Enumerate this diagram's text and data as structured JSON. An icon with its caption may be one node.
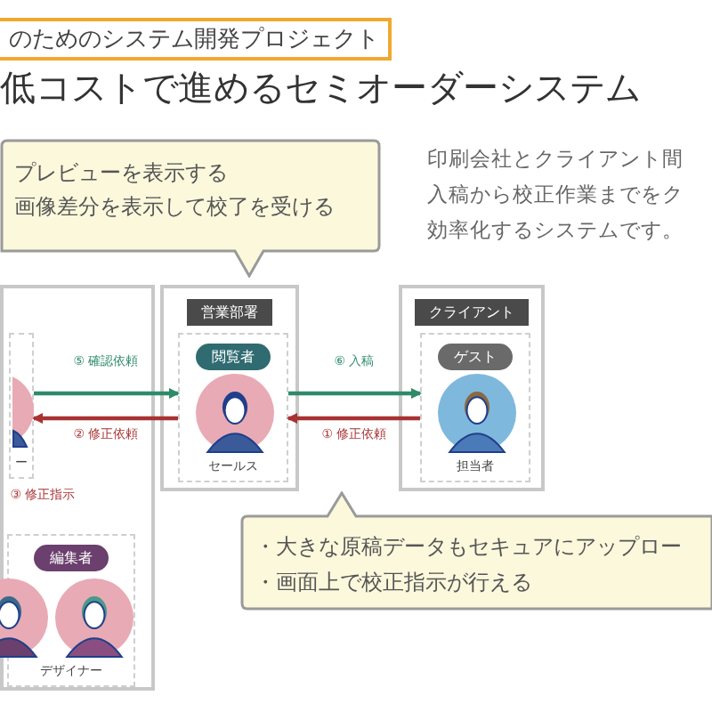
{
  "diagram": {
    "title": "低コストで進めるセミオーダーシステム",
    "nodes": [
      {
        "text": [],
        "shape": "box"
      },
      {
        "text": [
          "ー"
        ],
        "in": 0
      },
      {
        "text": [
          "編集者",
          "デザイナー"
        ],
        "in": 0
      },
      {
        "text": [
          "営業部署"
        ]
      },
      {
        "text": [
          "閲覧者",
          "セールス"
        ],
        "in": 3
      },
      {
        "text": [
          "クライアント"
        ]
      },
      {
        "text": [
          "ゲスト",
          "担当者"
        ],
        "in": 5
      },
      {
        "text": [
          "プレビューを表示する",
          "画像差分を表示して校了を受ける"
        ]
      },
      {
        "text": [
          "・大きな原稿データもセキュアにアップロー",
          "・画面上で校正指示が行える"
        ]
      }
    ],
    "edges": [
      {
        "from": 1,
        "to": 4,
        "arrow": "to",
        "label": "⑤ 確認依頼",
        "color": "#2e8b6a"
      },
      {
        "from": 4,
        "to": 1,
        "arrow": "to",
        "label": "② 修正依頼",
        "color": "#a83232"
      },
      {
        "from": 4,
        "to": 6,
        "arrow": "to",
        "label": "⑥ 入稿",
        "color": "#2e8b6a"
      },
      {
        "from": 6,
        "to": 4,
        "arrow": "to",
        "label": "① 修正依頼",
        "color": "#a83232"
      }
    ],
    "labels": [
      "のためのシステム開発プロジェクト",
      "印刷会社とクライアント間",
      "入稿から校正作業までをク",
      "効率化するシステムです。",
      "③ 修正指示"
    ]
  }
}
